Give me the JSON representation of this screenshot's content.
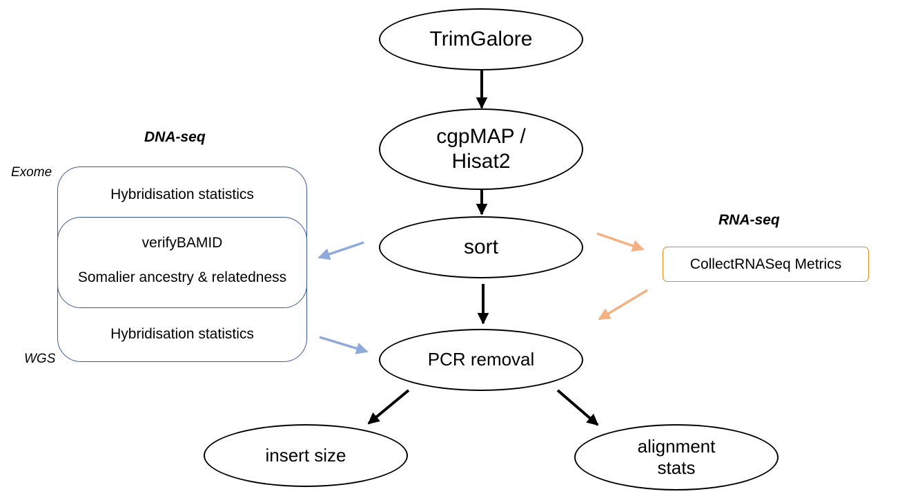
{
  "nodes": {
    "trimgalore": "TrimGalore",
    "cgpmap_line1": "cgpMAP /",
    "cgpmap_line2": "Hisat2",
    "sort": "sort",
    "pcr_removal": "PCR removal",
    "insert_size": "insert size",
    "alignment_line1": "alignment",
    "alignment_line2": "stats"
  },
  "dna_seq": {
    "header": "DNA-seq",
    "exome_label": "Exome",
    "wgs_label": "WGS",
    "exome_item": "Hybridisation statistics",
    "shared_item1": "verifyBAMID",
    "shared_item2": "Somalier ancestry & relatedness",
    "wgs_item": "Hybridisation statistics"
  },
  "rna_seq": {
    "header": "RNA-seq",
    "item": "CollectRNASeq Metrics"
  },
  "colors": {
    "flow_arrow": "#000000",
    "dna_arrow": "#8eaadb",
    "dna_box": "#3a5a9a",
    "rna_arrow": "#f4b183",
    "rna_box": "#e08a1a"
  }
}
